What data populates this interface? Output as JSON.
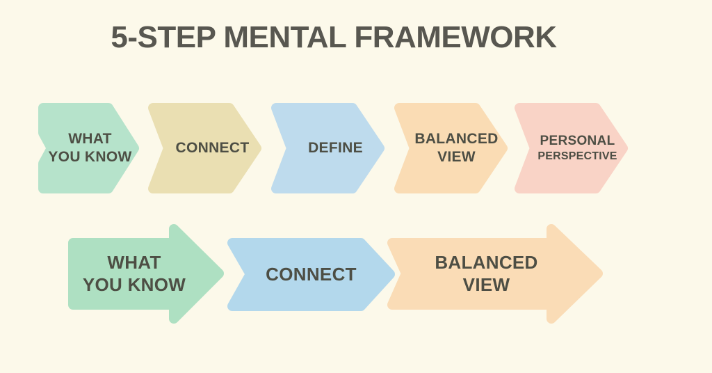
{
  "title": "5-STEP MENTAL FRAMEWORK",
  "colors": {
    "background": "#fcf9ea",
    "title_text": "#585750",
    "label_text": "#4d4e44"
  },
  "row1": {
    "description": "five-step chevron flow",
    "steps": [
      {
        "lines": [
          "WHAT",
          "YOU KNOW"
        ],
        "color": "#b6e3cb"
      },
      {
        "lines": [
          "CONNECT"
        ],
        "color": "#eadfb2"
      },
      {
        "lines": [
          "DEFINE"
        ],
        "color": "#bedbed"
      },
      {
        "lines": [
          "BALANCED",
          "VIEW"
        ],
        "color": "#fadcb4"
      },
      {
        "lines": [
          "PERSONAL",
          "PERSPECTIVE"
        ],
        "color": "#f9d3c6"
      }
    ]
  },
  "row2": {
    "description": "condensed three-step arrow flow",
    "steps": [
      {
        "lines": [
          "WHAT",
          "YOU KNOW"
        ],
        "color": "#aee0c2"
      },
      {
        "lines": [
          "CONNECT"
        ],
        "color": "#b3d8ec"
      },
      {
        "lines": [
          "BALANCED",
          "VIEW"
        ],
        "color": "#fadcb6"
      }
    ]
  }
}
